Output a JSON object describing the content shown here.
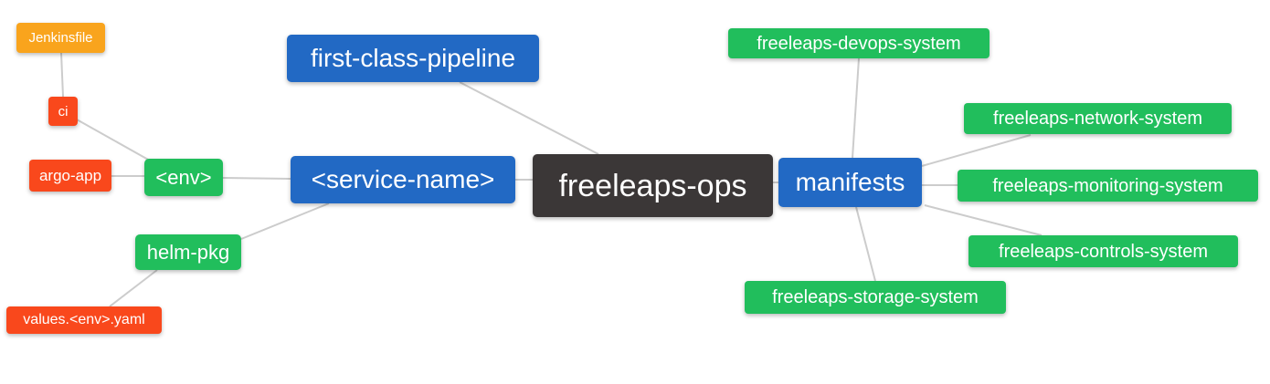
{
  "diagram": {
    "type": "mindmap",
    "root_label": "freeleaps-ops",
    "palette": {
      "blue": "#2269C4",
      "green": "#21BE5C",
      "red": "#F9481C",
      "orange": "#F9A41D",
      "dark": "#3B3737",
      "edge": "#CCCCCC",
      "text": "#FFFFFF",
      "background": "#FFFFFF"
    },
    "nodes": [
      {
        "id": "jenkinsfile",
        "label": "Jenkinsfile",
        "color": "orange"
      },
      {
        "id": "ci",
        "label": "ci",
        "color": "red"
      },
      {
        "id": "argo-app",
        "label": "argo-app",
        "color": "red"
      },
      {
        "id": "env",
        "label": "<env>",
        "color": "green"
      },
      {
        "id": "first-class-pipeline",
        "label": "first-class-pipeline",
        "color": "blue"
      },
      {
        "id": "service-name",
        "label": "<service-name>",
        "color": "blue"
      },
      {
        "id": "freeleaps-ops",
        "label": "freeleaps-ops",
        "color": "dark"
      },
      {
        "id": "manifests",
        "label": "manifests",
        "color": "blue"
      },
      {
        "id": "freeleaps-devops-system",
        "label": "freeleaps-devops-system",
        "color": "green"
      },
      {
        "id": "freeleaps-network-system",
        "label": "freeleaps-network-system",
        "color": "green"
      },
      {
        "id": "freeleaps-monitoring-system",
        "label": "freeleaps-monitoring-system",
        "color": "green"
      },
      {
        "id": "freeleaps-controls-system",
        "label": "freeleaps-controls-system",
        "color": "green"
      },
      {
        "id": "freeleaps-storage-system",
        "label": "freeleaps-storage-system",
        "color": "green"
      },
      {
        "id": "helm-pkg",
        "label": "helm-pkg",
        "color": "green"
      },
      {
        "id": "values-env-yaml",
        "label": "values.<env>.yaml",
        "color": "red"
      }
    ],
    "edges": [
      {
        "from": "jenkinsfile",
        "to": "ci"
      },
      {
        "from": "ci",
        "to": "env"
      },
      {
        "from": "argo-app",
        "to": "env"
      },
      {
        "from": "env",
        "to": "service-name"
      },
      {
        "from": "service-name",
        "to": "helm-pkg"
      },
      {
        "from": "helm-pkg",
        "to": "values-env-yaml"
      },
      {
        "from": "first-class-pipeline",
        "to": "freeleaps-ops"
      },
      {
        "from": "service-name",
        "to": "freeleaps-ops"
      },
      {
        "from": "freeleaps-ops",
        "to": "manifests"
      },
      {
        "from": "manifests",
        "to": "freeleaps-devops-system"
      },
      {
        "from": "manifests",
        "to": "freeleaps-network-system"
      },
      {
        "from": "manifests",
        "to": "freeleaps-monitoring-system"
      },
      {
        "from": "manifests",
        "to": "freeleaps-controls-system"
      },
      {
        "from": "manifests",
        "to": "freeleaps-storage-system"
      }
    ]
  }
}
